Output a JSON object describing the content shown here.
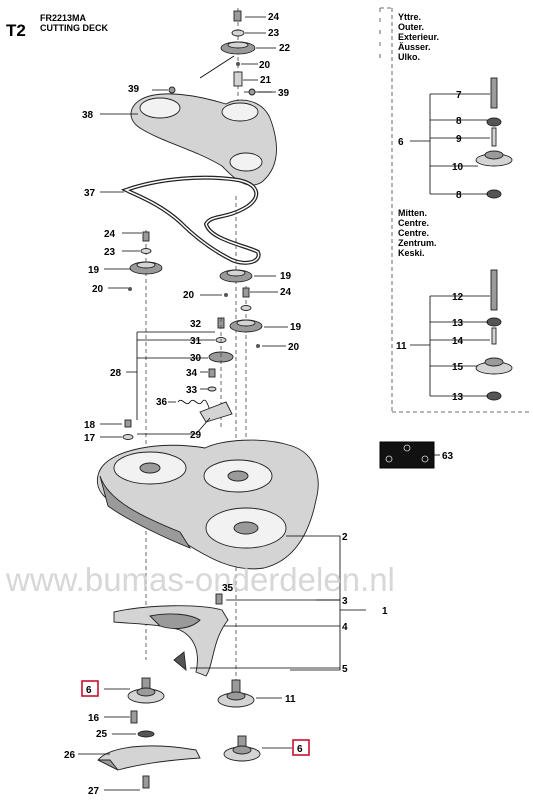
{
  "header": {
    "code": "T2",
    "model": "FR2213MA",
    "section": "CUTTING DECK"
  },
  "legend_outer": [
    "Yttre.",
    "Outer.",
    "Exterieur.",
    "Äusser.",
    "Ulko."
  ],
  "legend_center": [
    "Mitten.",
    "Centre.",
    "Centre.",
    "Zentrum.",
    "Keski."
  ],
  "watermark": "www.bumas-onderdelen.nl",
  "callouts": [
    {
      "id": "c24a",
      "text": "24"
    },
    {
      "id": "c23a",
      "text": "23"
    },
    {
      "id": "c22",
      "text": "22"
    },
    {
      "id": "c20a",
      "text": "20"
    },
    {
      "id": "c21",
      "text": "21"
    },
    {
      "id": "c39a",
      "text": "39"
    },
    {
      "id": "c39b",
      "text": "39"
    },
    {
      "id": "c38",
      "text": "38"
    },
    {
      "id": "c37",
      "text": "37"
    },
    {
      "id": "c24b",
      "text": "24"
    },
    {
      "id": "c23b",
      "text": "23"
    },
    {
      "id": "c19a",
      "text": "19"
    },
    {
      "id": "c20b",
      "text": "20"
    },
    {
      "id": "c19b",
      "text": "19"
    },
    {
      "id": "c20c",
      "text": "20"
    },
    {
      "id": "c24c",
      "text": "24"
    },
    {
      "id": "c19c",
      "text": "19"
    },
    {
      "id": "c20d",
      "text": "20"
    },
    {
      "id": "c32",
      "text": "32"
    },
    {
      "id": "c31",
      "text": "31"
    },
    {
      "id": "c30",
      "text": "30"
    },
    {
      "id": "c28",
      "text": "28"
    },
    {
      "id": "c34",
      "text": "34"
    },
    {
      "id": "c33",
      "text": "33"
    },
    {
      "id": "c36",
      "text": "36"
    },
    {
      "id": "c18",
      "text": "18"
    },
    {
      "id": "c17",
      "text": "17"
    },
    {
      "id": "c29",
      "text": "29"
    },
    {
      "id": "c2",
      "text": "2"
    },
    {
      "id": "c35",
      "text": "35"
    },
    {
      "id": "c3",
      "text": "3"
    },
    {
      "id": "c1",
      "text": "1"
    },
    {
      "id": "c4",
      "text": "4"
    },
    {
      "id": "c5",
      "text": "5"
    },
    {
      "id": "c6a",
      "text": "6"
    },
    {
      "id": "c16",
      "text": "16"
    },
    {
      "id": "c11a",
      "text": "11"
    },
    {
      "id": "c25",
      "text": "25"
    },
    {
      "id": "c26",
      "text": "26"
    },
    {
      "id": "c6b",
      "text": "6"
    },
    {
      "id": "c27",
      "text": "27"
    },
    {
      "id": "c7",
      "text": "7"
    },
    {
      "id": "c8a",
      "text": "8"
    },
    {
      "id": "c6c",
      "text": "6"
    },
    {
      "id": "c9",
      "text": "9"
    },
    {
      "id": "c10",
      "text": "10"
    },
    {
      "id": "c8b",
      "text": "8"
    },
    {
      "id": "c12",
      "text": "12"
    },
    {
      "id": "c13a",
      "text": "13"
    },
    {
      "id": "c11b",
      "text": "11"
    },
    {
      "id": "c14",
      "text": "14"
    },
    {
      "id": "c15",
      "text": "15"
    },
    {
      "id": "c13b",
      "text": "13"
    },
    {
      "id": "c63",
      "text": "63"
    }
  ],
  "colors": {
    "highlight": "#c8102e",
    "ink": "#000000",
    "watermark": "#c9c9c9"
  }
}
